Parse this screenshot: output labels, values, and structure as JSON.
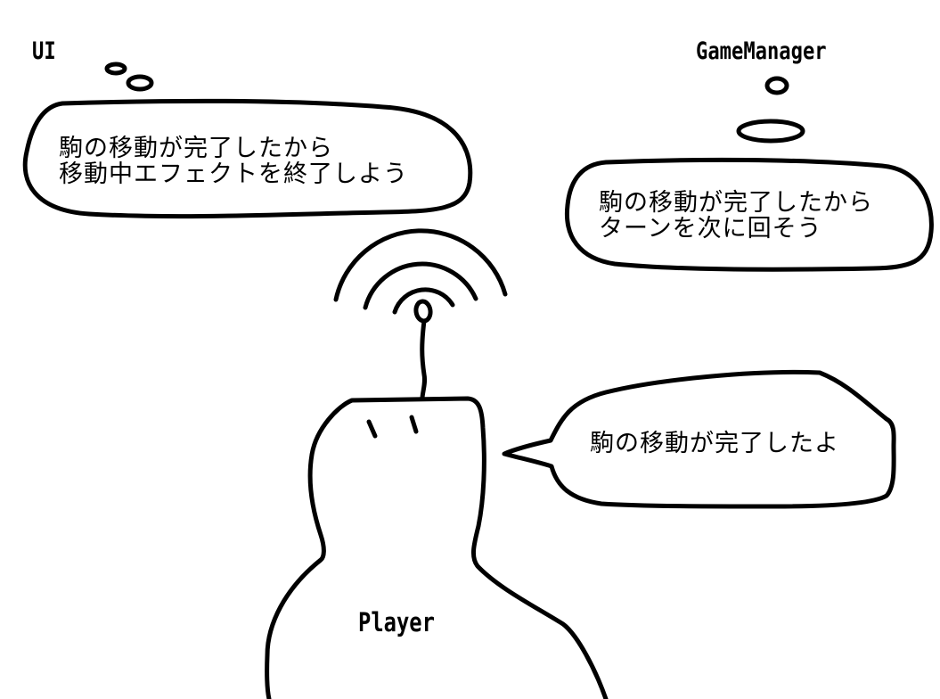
{
  "actors": {
    "ui": {
      "name": "UI",
      "thought": {
        "lines": [
          "駒の移動が完了したから",
          "移動中エフェクトを終了しよう"
        ]
      }
    },
    "game_manager": {
      "name": "GameManager",
      "thought": {
        "lines": [
          "駒の移動が完了したから",
          "ターンを次に回そう"
        ]
      }
    },
    "player": {
      "name": "Player",
      "speech": {
        "lines": [
          "駒の移動が完了したよ"
        ]
      },
      "signal_icon": "broadcast-antenna-icon"
    }
  },
  "colors": {
    "stroke": "#000000",
    "background": "#ffffff"
  }
}
